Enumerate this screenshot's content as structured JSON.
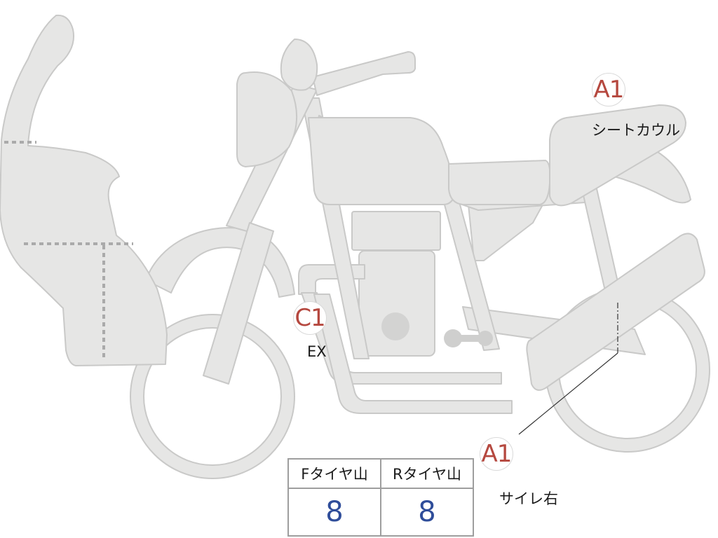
{
  "colors": {
    "body_fill": "#e6e6e5",
    "outline": "#c9c9c8",
    "marker_text": "#b5483f",
    "tread_value": "#2f4d9a",
    "zone_dots": "#aaaaaa"
  },
  "markers": [
    {
      "id": "seat-cowl",
      "code": "A1",
      "label": "シートカウル"
    },
    {
      "id": "exhaust",
      "code": "C1",
      "label": "EX"
    },
    {
      "id": "silencer-right",
      "code": "A1",
      "label": "サイレ右"
    }
  ],
  "tread_table": {
    "front_header": "Fタイヤ山",
    "rear_header": "Rタイヤ山",
    "front_value": "8",
    "rear_value": "8"
  }
}
